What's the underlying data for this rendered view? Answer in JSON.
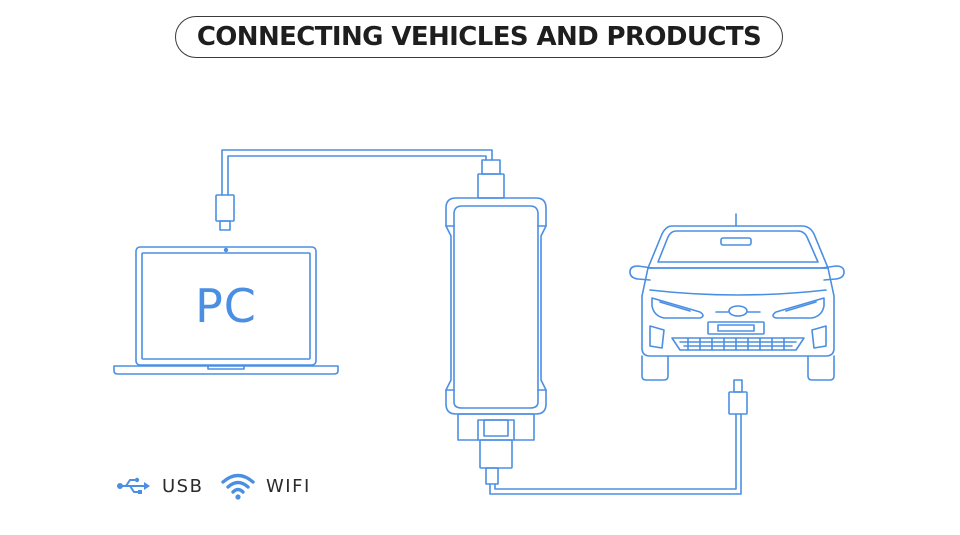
{
  "title": "CONNECTING VEHICLES AND PRODUCTS",
  "pc": {
    "label": "PC"
  },
  "legend": [
    {
      "icon": "usb-icon",
      "label": "USB"
    },
    {
      "icon": "wifi-icon",
      "label": "WIFI"
    }
  ],
  "colors": {
    "line": "#4a8fe2",
    "line_dark": "#3f6ea8",
    "text": "#2b2b2b",
    "title": "#1e1e1e"
  }
}
